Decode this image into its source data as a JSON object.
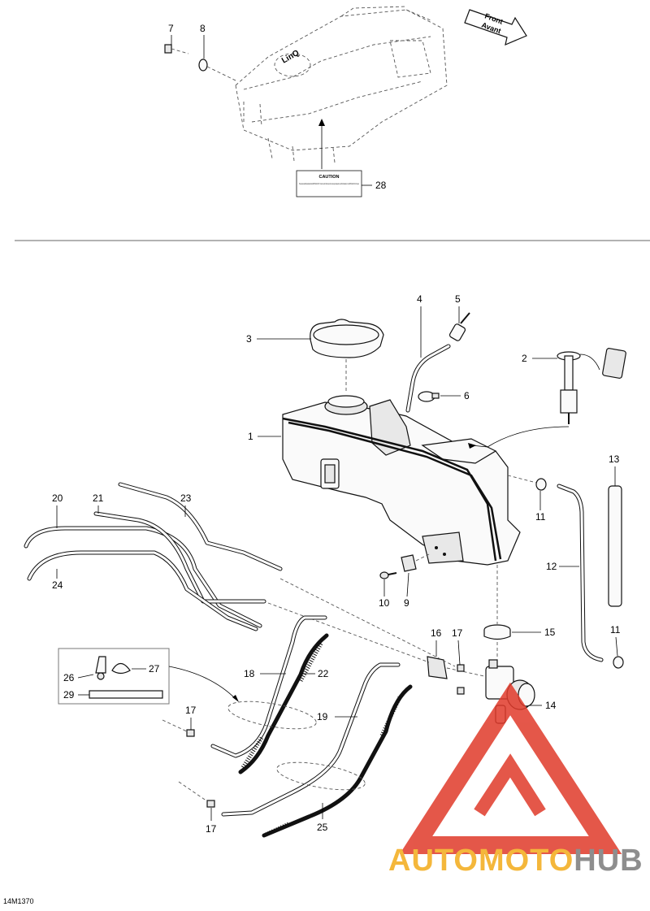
{
  "figure_code": "14M1370",
  "orientation_arrow": {
    "line1": "Front",
    "line2": "Avant"
  },
  "caution_label": {
    "title": "CAUTION",
    "body": "This engine was specifically developed and tested with BRP Synthetic 50 oil. The use of any other lubricant may result in severe engine damage and may void the limited warranty. Use only BRP Synthetic 50 oil in this engine."
  },
  "tank_logo": "LinQ",
  "callouts": {
    "c1": "1",
    "c2": "2",
    "c3": "3",
    "c4": "4",
    "c5": "5",
    "c6": "6",
    "c7": "7",
    "c8": "8",
    "c9": "9",
    "c10": "10",
    "c11a": "11",
    "c11b": "11",
    "c12": "12",
    "c13": "13",
    "c14": "14",
    "c15": "15",
    "c16": "16",
    "c17a": "17",
    "c17b": "17",
    "c17c": "17",
    "c18": "18",
    "c19": "19",
    "c20": "20",
    "c21": "21",
    "c22": "22",
    "c23": "23",
    "c24": "24",
    "c25": "25",
    "c26": "26",
    "c27": "27",
    "c28": "28",
    "c29": "29"
  },
  "watermark": {
    "part1": "AUTOMOTO",
    "part2": "HUB",
    "color_primary": "#f4b73b",
    "color_secondary": "#8e8e8e",
    "logo_color": "#e03a2a"
  }
}
